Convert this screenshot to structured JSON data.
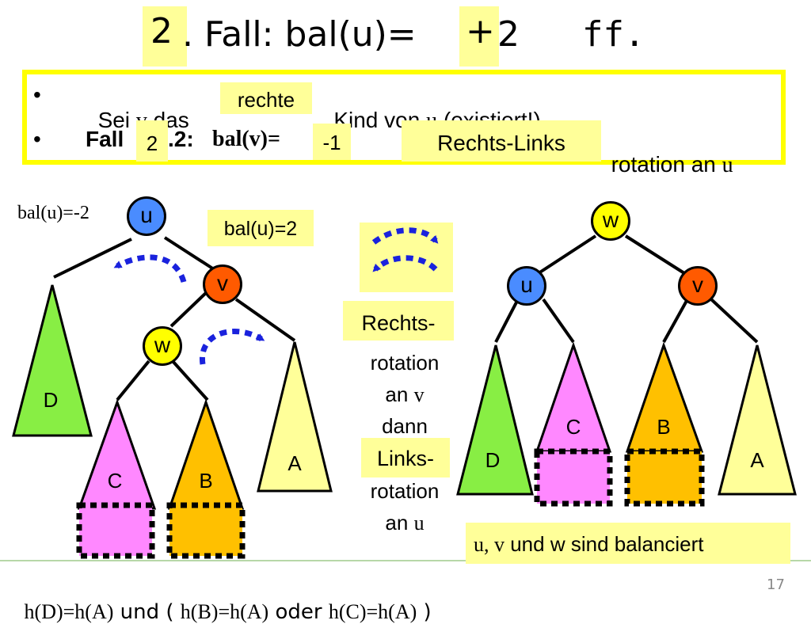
{
  "title": {
    "number": "2",
    "rest": ". Fall: bal(u)= ",
    "sign": "+",
    "value": "2",
    "suffix": "ff."
  },
  "info": {
    "bullet": "•",
    "line1_prefix": "Sei ",
    "line1_var_v": "v",
    "line1_das": " das ",
    "line1_patch": "rechte",
    "line1_mid": " Kind von ",
    "line1_var_u": "u",
    "line1_suffix": " (existiert!)",
    "line2_fall": "Fall",
    "line2_patch_num": "2",
    "line2_code": ".2: ",
    "line2_balv": "bal(v)=",
    "line2_patch_val": "-1",
    "line2_patch_rot": "Rechts-Links",
    "line2_suffix": "rotation an ",
    "line2_var_u": "u"
  },
  "left_tree": {
    "bal_u_label": "bal(u)=-2",
    "bal_u_patch": "bal(u)=2",
    "nodes": {
      "u": "u",
      "v": "v",
      "w": "w"
    },
    "subtrees": {
      "D": "D",
      "C": "C",
      "B": "B",
      "A": "A"
    }
  },
  "middle": {
    "rechts": "Rechts-",
    "rotation1": "rotation",
    "an1_text": "an ",
    "an1_var": "v",
    "dann": "dann",
    "links": "Links-",
    "rotation2": "rotation",
    "an2_text": "an ",
    "an2_var": "u"
  },
  "right_tree": {
    "nodes": {
      "w": "w",
      "u": "u",
      "v": "v"
    },
    "subtrees": {
      "D": "D",
      "C": "C",
      "B": "B",
      "A": "A"
    },
    "caption_vars": "u, v",
    "caption_text": " und w sind balanciert"
  },
  "footer": {
    "part1": "h(D)=h(A)",
    "part2": " und ( ",
    "part3": "h(B)=h(A)",
    "part4": " oder ",
    "part5": "h(C)=h(A)",
    "part6": " )",
    "page_number": "17"
  },
  "colors": {
    "highlight": "#ffff99",
    "frame": "#ffff00",
    "node_u": "#4a8cff",
    "node_v": "#ff5a00",
    "node_w": "#ffff00",
    "tri_D": "#88ee44",
    "tri_C": "#ff88ff",
    "tri_B": "#ffc000",
    "tri_A": "#ffff99",
    "arrow": "#1a22dd"
  }
}
